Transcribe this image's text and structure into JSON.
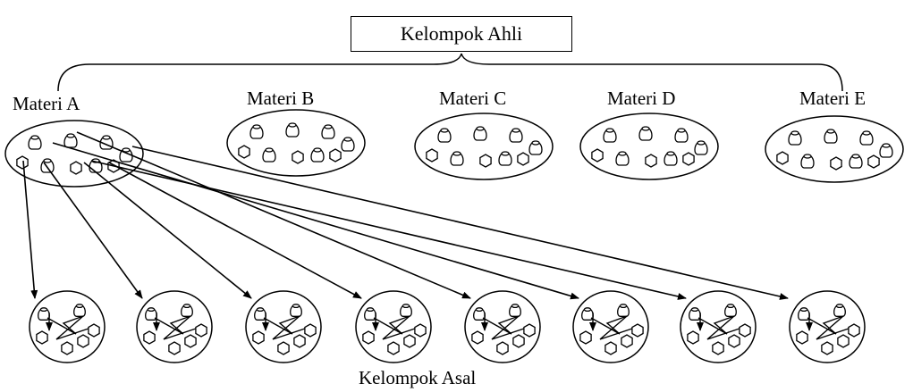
{
  "header": {
    "title": "Kelompok Ahli"
  },
  "expert_groups": [
    {
      "label": "Materi A"
    },
    {
      "label": "Materi B"
    },
    {
      "label": "Materi C"
    },
    {
      "label": "Materi D"
    },
    {
      "label": "Materi E"
    }
  ],
  "home_groups": {
    "label": "Kelompok Asal",
    "count": 8
  },
  "colors": {
    "stroke": "#000000",
    "background": "#ffffff"
  },
  "icons": [
    "pot-icon",
    "hexagon-icon",
    "arrow-icon",
    "brace-icon"
  ]
}
